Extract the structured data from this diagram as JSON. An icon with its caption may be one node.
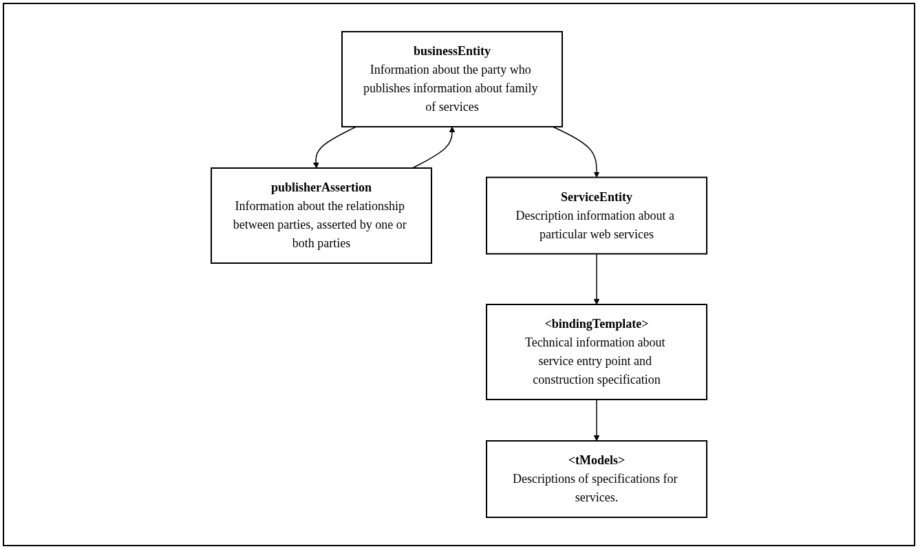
{
  "diagram": {
    "nodes": [
      {
        "text": [
          "businessEntity",
          "Information about the party who publishes information about family of services"
        ]
      },
      {
        "text": [
          "publisherAssertion",
          "Information about the relationship between parties, asserted by one or both parties"
        ]
      },
      {
        "text": [
          "ServiceEntity",
          "Description information about a particular web services"
        ]
      },
      {
        "text": [
          "<tModels>",
          "Descriptions of specifications for services."
        ]
      },
      {
        "text": [
          "<bindingTemplate>",
          "Technical information about service entry point and construction specification"
        ]
      }
    ],
    "edges": [
      {
        "from": 1,
        "to": 0,
        "arrow": "to"
      },
      {
        "from": 0,
        "to": 1,
        "arrow": "to"
      },
      {
        "from": 0,
        "to": 2,
        "arrow": "to"
      },
      {
        "from": 2,
        "to": 4,
        "arrow": "to"
      },
      {
        "from": 4,
        "to": 3,
        "arrow": "to"
      }
    ]
  }
}
